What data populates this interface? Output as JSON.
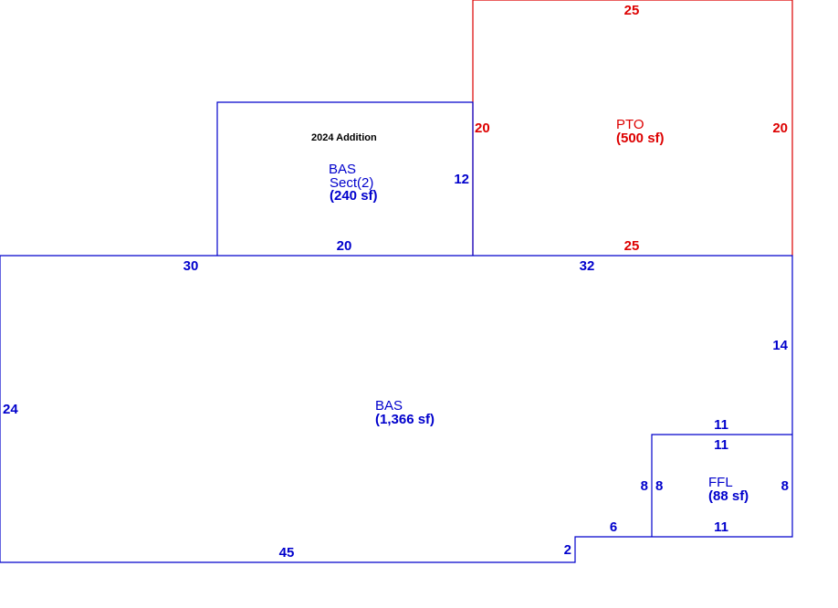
{
  "colors": {
    "bas": "#0000cc",
    "pto": "#dd0000",
    "note": "#000000"
  },
  "note": "2024 Addition",
  "areas": {
    "bas_main": {
      "name": "BAS",
      "size": "(1,366 sf)"
    },
    "bas_sect2": {
      "name": "BAS",
      "section": "Sect(2)",
      "size": "(240 sf)"
    },
    "pto": {
      "name": "PTO",
      "size": "(500 sf)"
    },
    "ffl": {
      "name": "FFL",
      "size": "(88 sf)"
    }
  },
  "dimensions": {
    "pto_top": "25",
    "pto_left": "20",
    "pto_right": "20",
    "pto_bottom": "25",
    "sect2_right": "12",
    "sect2_bottom": "20",
    "main_top_left": "30",
    "main_top_right": "32",
    "main_left": "24",
    "main_right": "14",
    "main_bottom": "45",
    "step_vertical": "2",
    "step_horizontal": "6",
    "ffl_outer_top": "11",
    "ffl_inner_top": "11",
    "ffl_outer_left": "8",
    "ffl_inner_left": "8",
    "ffl_right": "8",
    "ffl_bottom": "11"
  }
}
